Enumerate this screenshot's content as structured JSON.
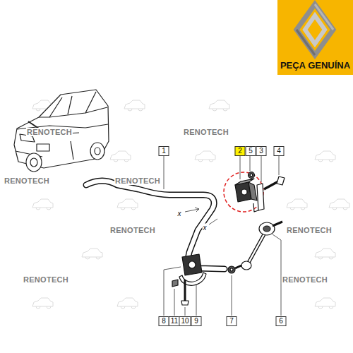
{
  "diagram": {
    "nodes": [
      {
        "text": [
          "PEÇA GENUÍNA"
        ]
      }
    ],
    "labels": [
      "1",
      "2",
      "5",
      "3",
      "4",
      "8",
      "11",
      "10",
      "9",
      "7",
      "6",
      "x",
      "x",
      "RENOTECH",
      "RENOTECH",
      "RENOTECH",
      "RENOTECH",
      "RENOTECH",
      "RENOTECH",
      "RENOTECH",
      "RENOTECH"
    ]
  }
}
